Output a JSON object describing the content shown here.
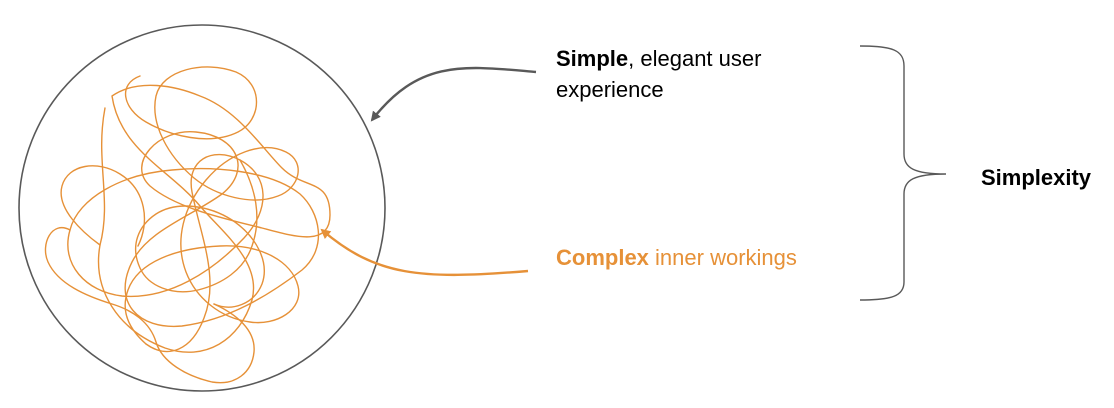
{
  "colors": {
    "outline": "#595959",
    "scribble": "#e69138",
    "simple_arrow": "#595959",
    "complex_arrow": "#e69138",
    "brace": "#595959",
    "text": "#000000",
    "accent_text": "#e69138"
  },
  "simple_callout": {
    "bold": "Simple",
    "line1_rest": ", elegant user",
    "line2": "experience"
  },
  "complex_callout": {
    "bold": "Complex",
    "rest": " inner workings"
  },
  "brace_label": "Simplexity"
}
